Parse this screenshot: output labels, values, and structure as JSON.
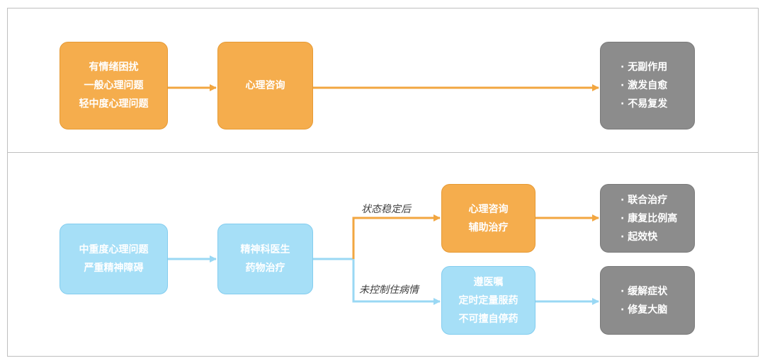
{
  "top_flow": {
    "source_box": {
      "lines": [
        "有情绪困扰",
        "一般心理问题",
        "轻中度心理问题"
      ]
    },
    "treatment_box": {
      "lines": [
        "心理咨询"
      ]
    },
    "outcome_box": {
      "lines": [
        "· 无副作用",
        "· 激发自愈",
        "· 不易复发"
      ]
    }
  },
  "bottom_flow": {
    "source_box": {
      "lines": [
        "中重度心理问题",
        "严重精神障碍"
      ]
    },
    "treatment_box": {
      "lines": [
        "精神科医生",
        "药物治疗"
      ]
    },
    "branch_upper": {
      "label": "状态稳定后",
      "box": {
        "lines": [
          "心理咨询",
          "辅助治疗"
        ]
      },
      "outcome": {
        "lines": [
          "· 联合治疗",
          "· 康复比例高",
          "· 起效快"
        ]
      }
    },
    "branch_lower": {
      "label": "未控制住病情",
      "box": {
        "lines": [
          "遵医嘱",
          "定时定量服药",
          "不可擅自停药"
        ]
      },
      "outcome": {
        "lines": [
          "· 缓解症状",
          "· 修复大脑"
        ]
      }
    }
  },
  "colors": {
    "orange": "#f5ad4d",
    "blue": "#a6dff7",
    "gray": "#8c8c8c",
    "orange_arrow": "#f2a640",
    "blue_arrow": "#9ad8f4"
  }
}
